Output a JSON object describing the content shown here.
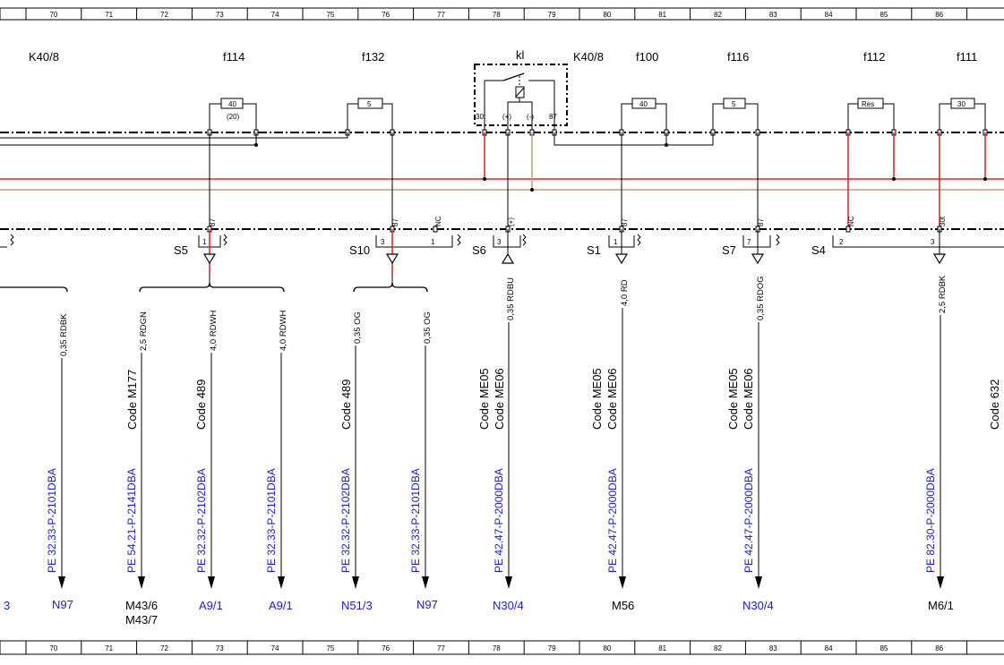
{
  "ruler": {
    "columns": [
      "70",
      "71",
      "72",
      "73",
      "74",
      "75",
      "76",
      "77",
      "78",
      "79",
      "80",
      "81",
      "82",
      "83",
      "84",
      "85",
      "86"
    ]
  },
  "components": {
    "k40_left": "K40/8",
    "f114": "f114",
    "f132": "f132",
    "kl": "kl",
    "k40_right": "K40/8",
    "f100": "f100",
    "f116": "f116",
    "f112": "f112",
    "f111": "f111"
  },
  "fuses": {
    "f114_rating": "40",
    "f114_sub": "(20)",
    "f132_rating": "5",
    "f100_rating": "40",
    "f116_rating": "5",
    "f112_rating": "Res",
    "f111_rating": "30"
  },
  "relay_pins": {
    "p30t": "30t",
    "pplus": "(+)",
    "pminus": "(-)",
    "p87": "87"
  },
  "connector_pins": {
    "c73": "87",
    "c76": "87",
    "c77": "NC",
    "c78": "(+)",
    "c80": "87",
    "c82": "87",
    "c84": "NC",
    "c86": "30t"
  },
  "splices": {
    "s5": "S5",
    "s10": "S10",
    "s6": "S6",
    "s1": "S1",
    "s7": "S7",
    "s4": "S4"
  },
  "splice_pins": {
    "s5_a": "1",
    "s10_a": "3",
    "s10_b": "1",
    "s6_a": "3",
    "s1_a": "1",
    "s7_a": "7",
    "s4_a": "2",
    "s4_b": "3"
  },
  "wires": {
    "w70": "0,35 RDBK",
    "w72": "2,5 RDGN",
    "w73": "4,0 RDWH",
    "w74": "4,0 RDWH",
    "w75": "0,35 OG",
    "w77": "0,35 OG",
    "w78": "0,35 RDBU",
    "w80": "4,0 RD",
    "w82": "0,35 RDOG",
    "w86": "2,5 RDBK"
  },
  "codes": {
    "c72": "Code M177",
    "c73": "Code 489",
    "c75": "Code 489",
    "c78a": "Code ME05",
    "c78b": "Code ME06",
    "c80a": "Code ME05",
    "c80b": "Code ME06",
    "c82a": "Code ME05",
    "c82b": "Code ME06",
    "c87": "Code 632"
  },
  "refs": {
    "r70": "PE 32.33-P-2101DBA",
    "r72": "PE 54.21-P-2141DBA",
    "r73": "PE 32.32-P-2102DBA",
    "r74": "PE 32.33-P-2101DBA",
    "r75": "PE 32.32-P-2102DBA",
    "r77": "PE 32.33-P-2101DBA",
    "r78": "PE 42.47-P-2000DBA",
    "r80": "PE 42.47-P-2000DBA",
    "r82": "PE 42.47-P-2000DBA",
    "r86": "PE 82.30-P-2000DBA"
  },
  "destinations": {
    "d_left": "3",
    "d70": "N97",
    "d72a": "M43/6",
    "d72b": "M43/7",
    "d73": "A9/1",
    "d74": "A9/1",
    "d75": "N51/3",
    "d77": "N97",
    "d78": "N30/4",
    "d80": "M56",
    "d82": "N30/4",
    "d86": "M6/1"
  },
  "colors": {
    "red_wire": "#e0201e",
    "brown_wire": "#c79a77",
    "ref_link": "#1a1ad6"
  }
}
